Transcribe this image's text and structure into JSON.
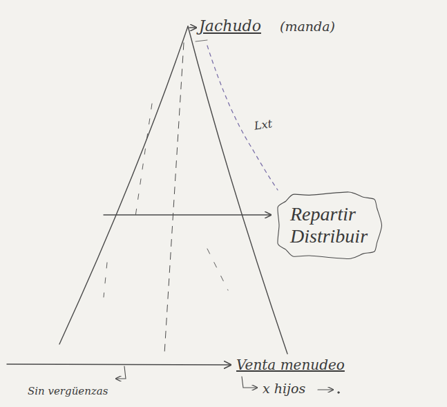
{
  "diagram": {
    "nodes": [
      {
        "text": [
          "Repartir Distribuir"
        ]
      }
    ],
    "labels": [
      "Jachudo",
      "(manda)",
      "Lxt",
      "Venta menudeo",
      "x hijos",
      "Sin vergüenzas"
    ]
  }
}
